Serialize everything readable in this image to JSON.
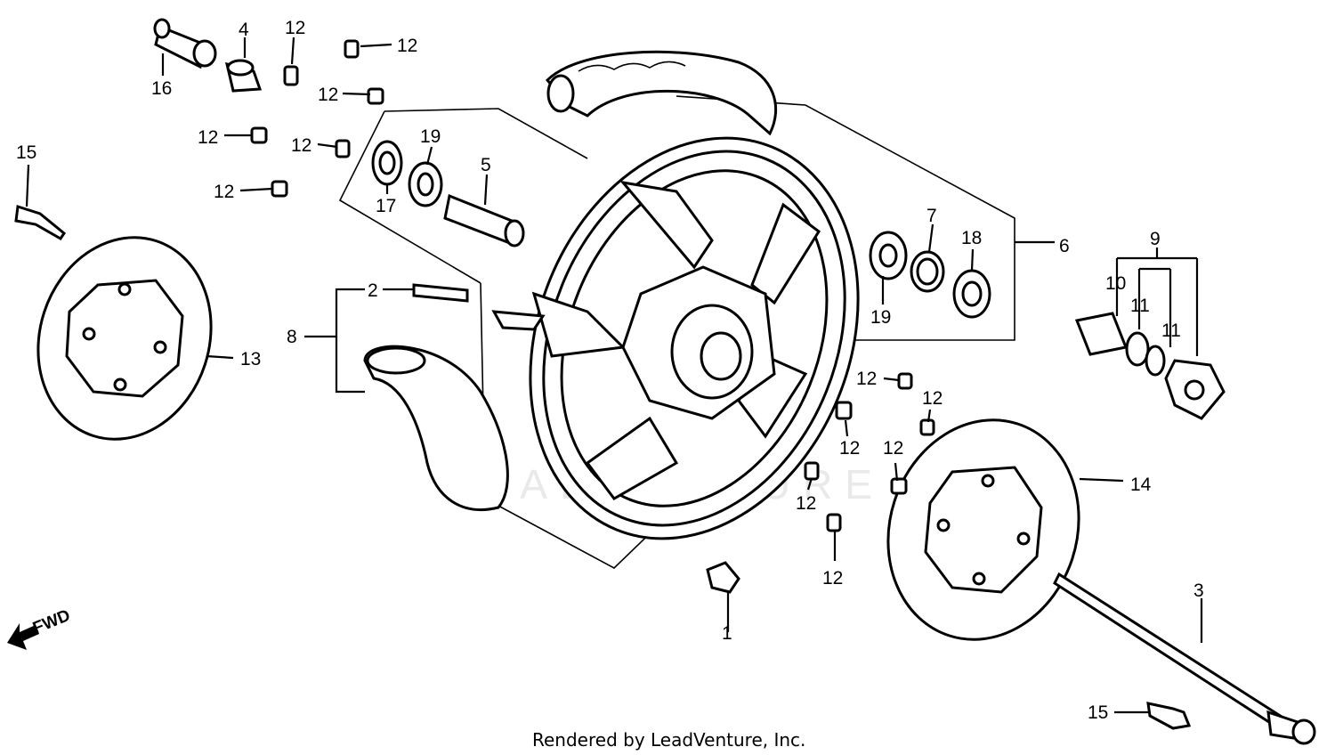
{
  "labels": {
    "l1": "1",
    "l2": "2",
    "l3": "3",
    "l4": "4",
    "l5": "5",
    "l6": "6",
    "l7": "7",
    "l8": "8",
    "l9": "9",
    "l10": "10",
    "l11a": "11",
    "l11b": "11",
    "l12a": "12",
    "l12b": "12",
    "l12c": "12",
    "l12d": "12",
    "l12e": "12",
    "l12f": "12",
    "l12g": "12",
    "l12h": "12",
    "l12i": "12",
    "l12j": "12",
    "l12k": "12",
    "l12l": "12",
    "l13": "13",
    "l14": "14",
    "l15a": "15",
    "l15b": "15",
    "l16": "16",
    "l17": "17",
    "l18": "18",
    "l19a": "19",
    "l19b": "19"
  },
  "fwd": "FWD",
  "watermark": "LEADVENTURE",
  "credit": "Rendered by LeadVenture, Inc."
}
